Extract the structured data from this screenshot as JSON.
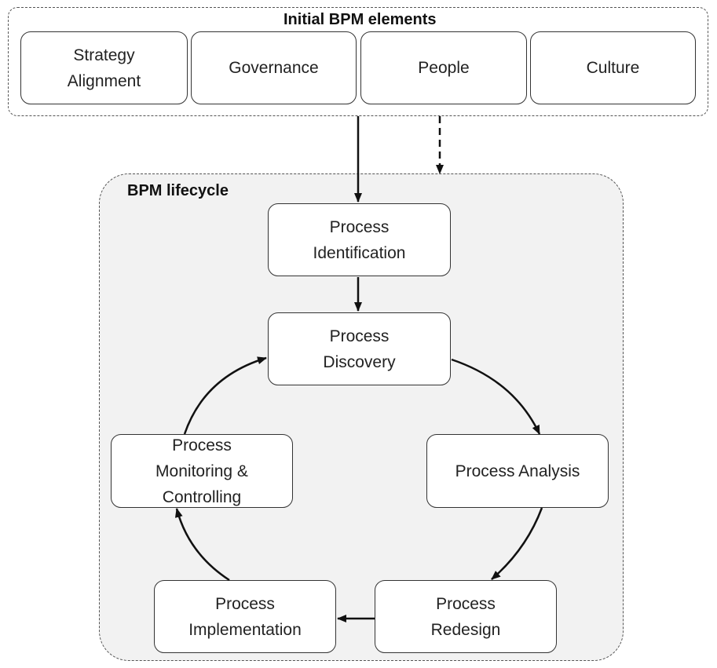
{
  "diagram": {
    "initial_group": {
      "title": "Initial BPM elements",
      "elements": [
        "Strategy\nAlignment",
        "Governance",
        "People",
        "Culture"
      ]
    },
    "lifecycle_group": {
      "title": "BPM lifecycle",
      "identification": "Process\nIdentification",
      "discovery": "Process\nDiscovery",
      "analysis": "Process Analysis",
      "redesign": "Process\nRedesign",
      "implementation": "Process\nImplementation",
      "monitoring": "Process\nMonitoring &\nControlling"
    }
  }
}
